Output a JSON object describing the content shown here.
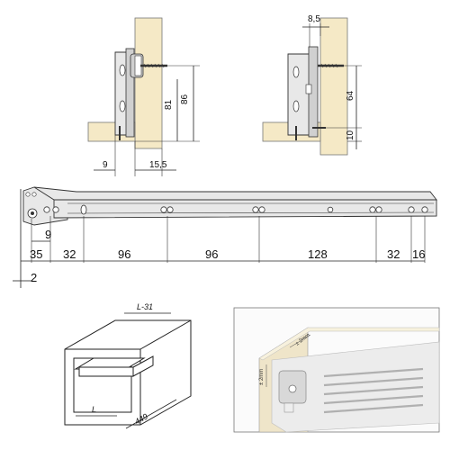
{
  "detail_left": {
    "dims": {
      "h81": "81",
      "h86": "86",
      "w9": "9",
      "w15": "15,5"
    }
  },
  "detail_right": {
    "dims": {
      "w8": "8,5",
      "h64": "64",
      "h10": "10"
    }
  },
  "runner": {
    "dims": [
      "35",
      "9",
      "32",
      "96",
      "96",
      "128",
      "32",
      "16"
    ],
    "offset": "2"
  },
  "drawer": {
    "labels": {
      "top": "L-31",
      "bottom": "L",
      "depth": "449"
    }
  },
  "photo": {
    "labels": {
      "gap_top": "± 2mm",
      "gap_side": "± 2mm"
    }
  },
  "colors": {
    "wood": "#f5e9c6",
    "metal": "#e8e8e8",
    "line": "#222222"
  }
}
